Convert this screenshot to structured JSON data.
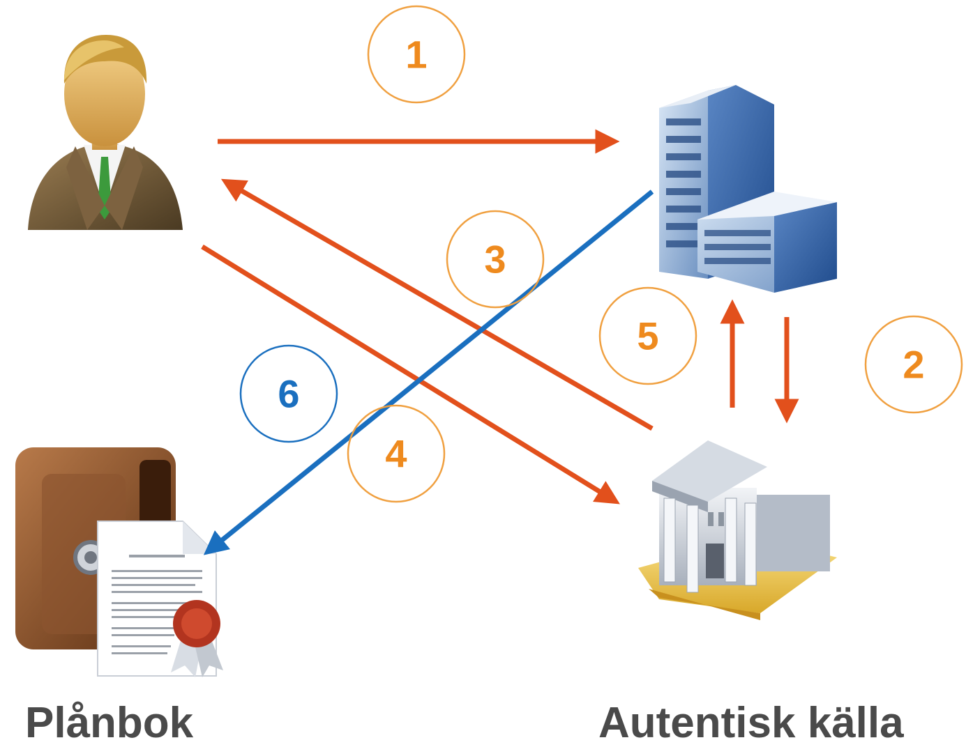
{
  "labels": {
    "wallet": "Plånbok",
    "source": "Autentisk källa"
  },
  "steps": [
    "1",
    "2",
    "3",
    "4",
    "5",
    "6"
  ],
  "colors": {
    "orange_arrow": "#e2501c",
    "orange_circle": "#f0a040",
    "orange_number": "#ee8a1e",
    "blue": "#1a6fbf",
    "label_text": "#4a4a4a"
  },
  "icons": [
    "person-icon",
    "office-building-icon",
    "wallet-icon",
    "certificate-document-icon",
    "government-building-icon"
  ]
}
